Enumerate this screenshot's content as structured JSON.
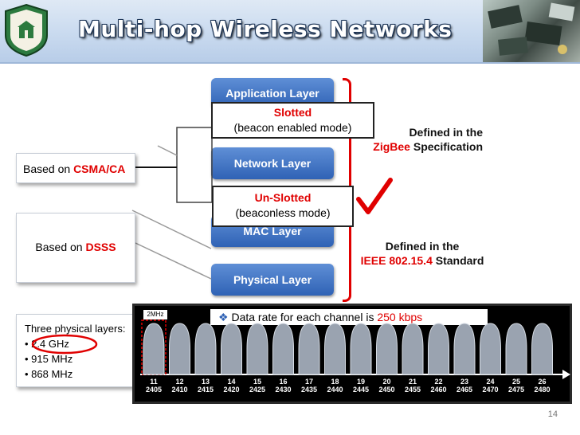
{
  "header": {
    "title": "Multi-hop Wireless Networks"
  },
  "layers": {
    "application": "Application Layer",
    "network": "Network Layer",
    "mac": "MAC Layer",
    "physical": "Physical Layer"
  },
  "overlays": {
    "slotted_title": "Slotted",
    "slotted_sub": "(beacon enabled mode)",
    "unslotted_title": "Un-Slotted",
    "unslotted_sub": "(beaconless mode)"
  },
  "right": {
    "zigbee_line1": "Defined in the",
    "zigbee_brand": "ZigBee",
    "zigbee_rest": " Specification",
    "ieee_line1": "Defined in the",
    "ieee_brand": "IEEE 802.15.4",
    "ieee_rest": " Standard"
  },
  "left": {
    "csma_prefix": "Based on ",
    "csma_key": "CSMA/CA",
    "dsss_prefix": "Based on ",
    "dsss_key": "DSSS",
    "phy_title": "Three physical layers:",
    "bands": [
      "2.4 GHz",
      "915 MHz",
      "868 MHz"
    ]
  },
  "spectrum": {
    "bandwidth_label": "2MHz",
    "rate_prefix": "Data rate for each channel is ",
    "rate_value": "250 kbps",
    "channels": [
      {
        "num": "11",
        "freq": "2405"
      },
      {
        "num": "12",
        "freq": "2410"
      },
      {
        "num": "13",
        "freq": "2415"
      },
      {
        "num": "14",
        "freq": "2420"
      },
      {
        "num": "15",
        "freq": "2425"
      },
      {
        "num": "16",
        "freq": "2430"
      },
      {
        "num": "17",
        "freq": "2435"
      },
      {
        "num": "18",
        "freq": "2440"
      },
      {
        "num": "19",
        "freq": "2445"
      },
      {
        "num": "20",
        "freq": "2450"
      },
      {
        "num": "21",
        "freq": "2455"
      },
      {
        "num": "22",
        "freq": "2460"
      },
      {
        "num": "23",
        "freq": "2465"
      },
      {
        "num": "24",
        "freq": "2470"
      },
      {
        "num": "25",
        "freq": "2475"
      },
      {
        "num": "26",
        "freq": "2480"
      }
    ]
  },
  "footer": {
    "page_number": "14"
  },
  "colors": {
    "accent": "#e00000",
    "layer_blue": "#2f62b5",
    "highlight_red": "#e00000"
  }
}
